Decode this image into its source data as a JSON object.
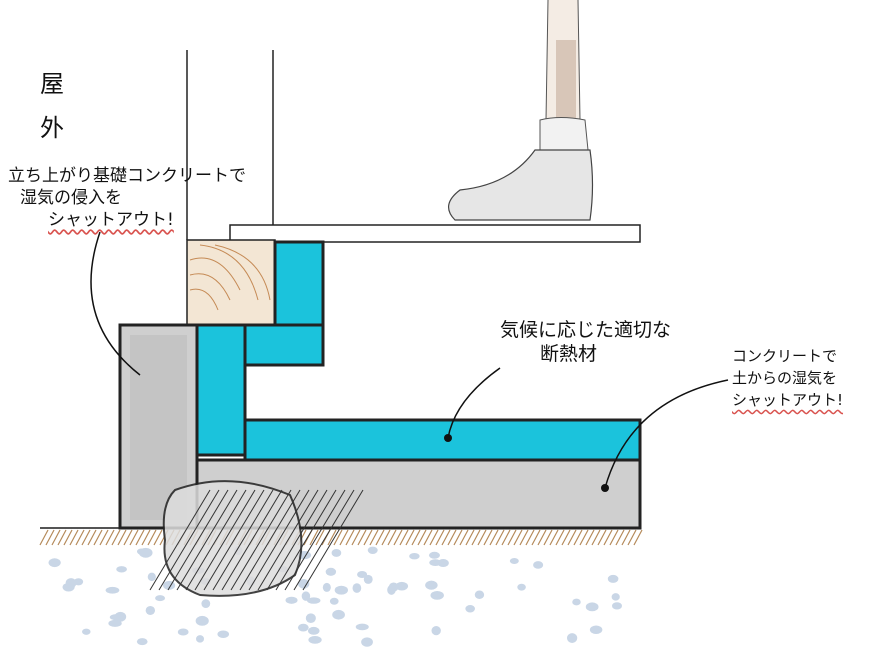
{
  "labels": {
    "outside": "屋外",
    "foundation_note": [
      "立ち上がり基礎コンクリートで",
      "湿気の侵入を",
      "シャットアウト!"
    ],
    "insulation_note": [
      "気候に応じた適切な",
      "断熱材"
    ],
    "slab_note": [
      "コンクリートで",
      "土からの湿気を",
      "シャットアウト!"
    ]
  },
  "colors": {
    "insulation": "#1bc3dc",
    "concrete": "#cfcfcf",
    "wood": "#f3e6d4",
    "soil": "#b58a5a",
    "gravel": "#c9d6e6",
    "accent_underline": "#d9534f"
  }
}
